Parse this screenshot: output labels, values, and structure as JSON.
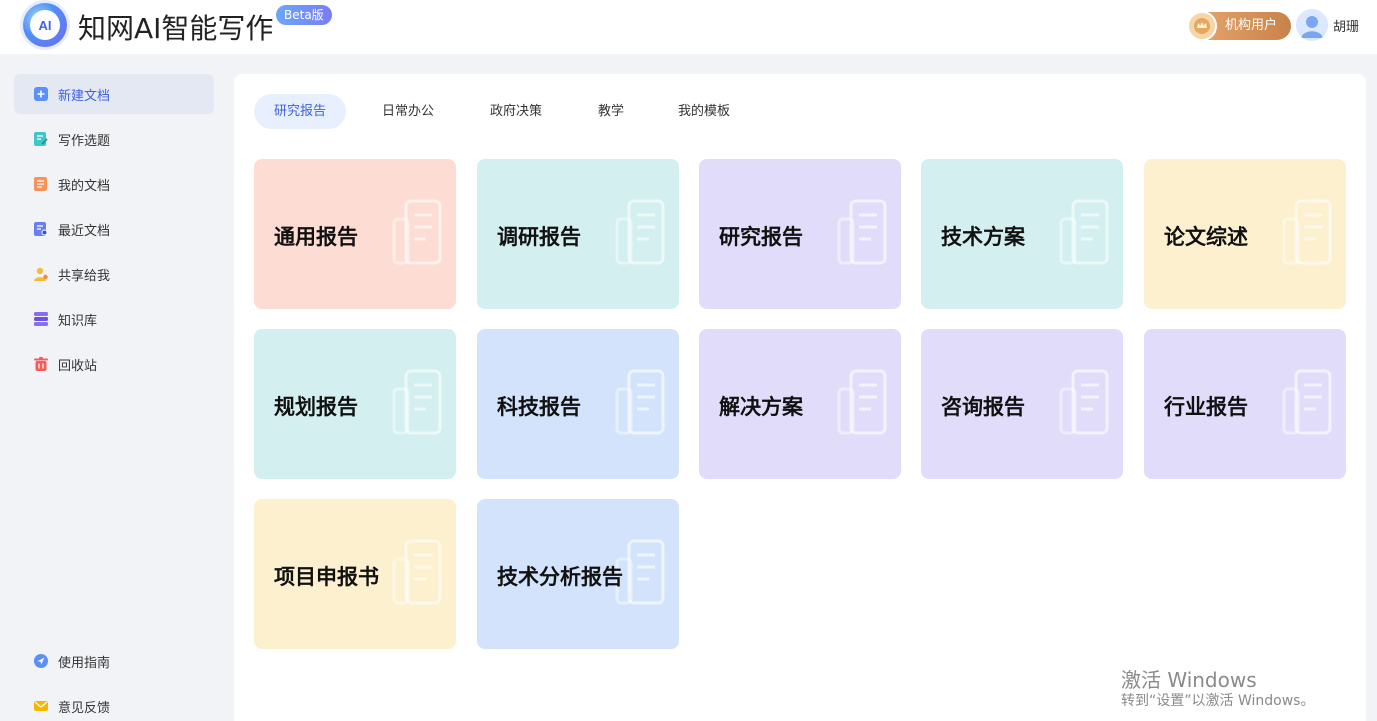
{
  "header": {
    "logo_text": "AI",
    "title": "知网AI智能写作",
    "beta_badge": "Beta版",
    "org_badge": "机构用户",
    "username": "胡珊"
  },
  "sidebar": {
    "items": [
      {
        "label": "新建文档",
        "icon": "plus-square-icon"
      },
      {
        "label": "写作选题",
        "icon": "edit-note-icon"
      },
      {
        "label": "我的文档",
        "icon": "document-icon"
      },
      {
        "label": "最近文档",
        "icon": "recent-document-icon"
      },
      {
        "label": "共享给我",
        "icon": "shared-user-icon"
      },
      {
        "label": "知识库",
        "icon": "database-icon"
      },
      {
        "label": "回收站",
        "icon": "trash-icon"
      }
    ],
    "bottom_items": [
      {
        "label": "使用指南",
        "icon": "navigation-icon"
      },
      {
        "label": "意见反馈",
        "icon": "mail-icon"
      }
    ]
  },
  "tabs": [
    "研究报告",
    "日常办公",
    "政府决策",
    "教学",
    "我的模板"
  ],
  "active_tab": "研究报告",
  "cards": [
    {
      "label": "通用报告",
      "color": "#fddcd3"
    },
    {
      "label": "调研报告",
      "color": "#d3efef"
    },
    {
      "label": "研究报告",
      "color": "#e2dcfb"
    },
    {
      "label": "技术方案",
      "color": "#d3efef"
    },
    {
      "label": "论文综述",
      "color": "#fdf0cf"
    },
    {
      "label": "规划报告",
      "color": "#d3efef"
    },
    {
      "label": "科技报告",
      "color": "#d2e3fb"
    },
    {
      "label": "解决方案",
      "color": "#e2dcfb"
    },
    {
      "label": "咨询报告",
      "color": "#e2dcfb"
    },
    {
      "label": "行业报告",
      "color": "#e2dcfb"
    },
    {
      "label": "项目申报书",
      "color": "#fdf0cf"
    },
    {
      "label": "技术分析报告",
      "color": "#d2e3fb"
    }
  ],
  "watermark": {
    "line1": "激活 Windows",
    "line2": "转到“设置”以激活 Windows。"
  },
  "colors": {
    "accent": "#3c63e0",
    "org_badge": "#d8935a"
  }
}
